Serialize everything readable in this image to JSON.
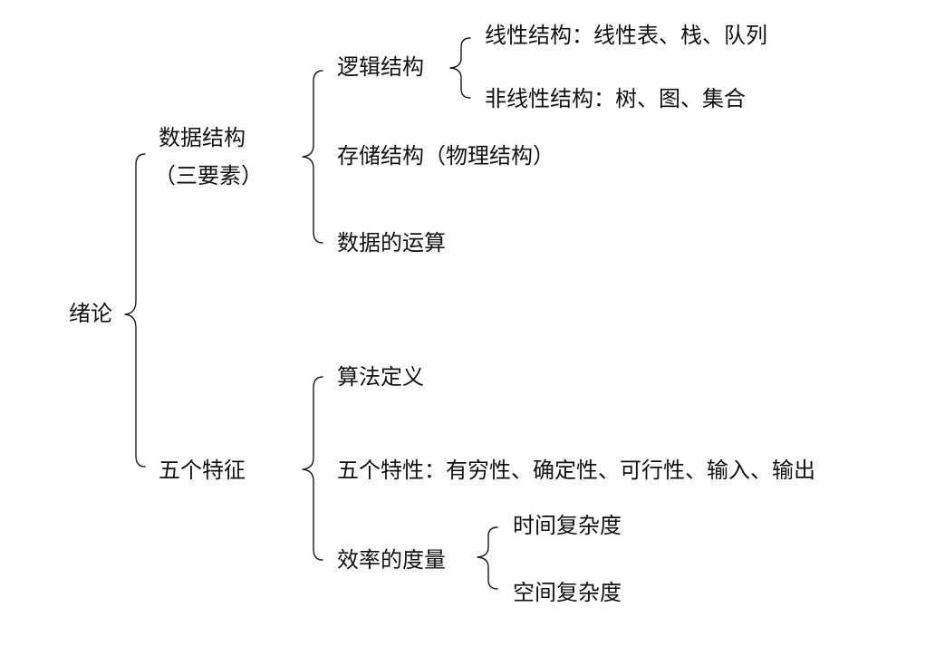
{
  "root": "绪论",
  "data_structure": {
    "title": "数据结构",
    "subtitle": "（三要素）",
    "logical": {
      "title": "逻辑结构",
      "linear": "线性结构：线性表、栈、队列",
      "nonlinear": "非线性结构：树、图、集合"
    },
    "storage": "存储结构（物理结构）",
    "operations": "数据的运算"
  },
  "five_features": {
    "title": "五个特征",
    "definition": "算法定义",
    "properties": "五个特性：有穷性、确定性、可行性、输入、输出",
    "efficiency": {
      "title": "效率的度量",
      "time": "时间复杂度",
      "space": "空间复杂度"
    }
  }
}
